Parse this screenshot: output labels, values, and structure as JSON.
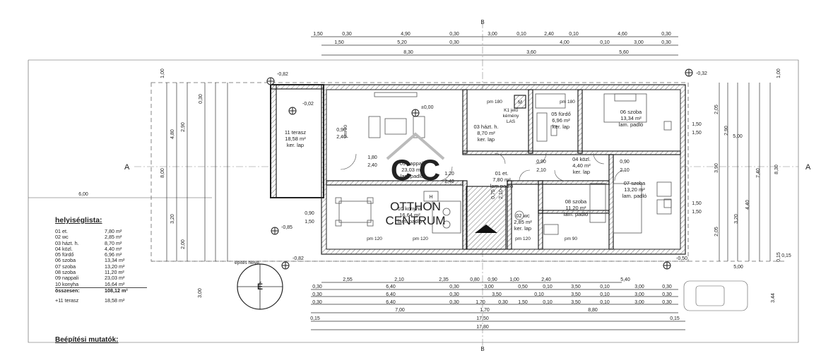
{
  "rooms": [
    {
      "id": "11",
      "name": "11 terasz",
      "area": "18,58 m²",
      "floor": "ker. lap"
    },
    {
      "id": "09",
      "name": "09 nappali",
      "area": "23,03 m²",
      "floor": "lam.padló"
    },
    {
      "id": "03",
      "name": "03 házt. h.",
      "area": "8,70 m²",
      "floor": "ker. lap"
    },
    {
      "id": "05",
      "name": "05 fürdő",
      "area": "6,96 m²",
      "floor": "ker. lap"
    },
    {
      "id": "06",
      "name": "06 szoba",
      "area": "13,34 m²",
      "floor": "lam. padló"
    },
    {
      "id": "04",
      "name": "04 közl.",
      "area": "4,40 m²",
      "floor": "ker. lap"
    },
    {
      "id": "07",
      "name": "07 szoba",
      "area": "13,20 m²",
      "floor": "lam. padló"
    },
    {
      "id": "01",
      "name": "01 et.",
      "area": "7,80 m²",
      "floor": "lam.padló"
    },
    {
      "id": "08",
      "name": "08 szoba",
      "area": "11,20 m²",
      "floor": "lam. padló"
    },
    {
      "id": "02",
      "name": "02 wc",
      "area": "2,85 m²",
      "floor": "ker. lap"
    },
    {
      "id": "10",
      "name": "10 konyha",
      "area": "16,64 m²",
      "floor": "lam. padló"
    }
  ],
  "legend": {
    "title": "helyiséglista:",
    "rows": [
      {
        "name": "01 et.",
        "area": "7,80 m²"
      },
      {
        "name": "02 wc",
        "area": "2,85 m²"
      },
      {
        "name": "03 házt. h.",
        "area": "8,70 m²"
      },
      {
        "name": "04 közl.",
        "area": "4,40 m²"
      },
      {
        "name": "05 fürdő",
        "area": "6,96 m²"
      },
      {
        "name": "06 szoba",
        "area": "13,34 m²"
      },
      {
        "name": "07 szoba",
        "area": "13,20 m²"
      },
      {
        "name": "08 szoba",
        "area": "11,20 m²"
      },
      {
        "name": "09 nappali",
        "area": "23,03 m²"
      },
      {
        "name": "10 konyha",
        "area": "16,64 m²"
      }
    ],
    "total_label": "összesen:",
    "total_value": "108,12 m²",
    "extra_label": "+11 terasz",
    "extra_value": "18,58 m²"
  },
  "indicators_title": "Beépítési mutatók:",
  "labels": {
    "section_a": "A",
    "section_b": "B",
    "north": "É",
    "building_line": "építés helye",
    "chimney_type": "K1 jelű",
    "chimney_word": "kémény",
    "chimney_code": "LAS",
    "meter": "M",
    "hood": "H",
    "level_zero": "±0,00",
    "level_terrace": "-0,02",
    "level_sw": "-0,85",
    "level_nw": "-0,82",
    "level_ne": "-0,32",
    "level_s": "-0,82",
    "level_se": "-0,50",
    "lot_width": "6,00",
    "pm_180a": "pm 180",
    "pm_180b": "pm 180",
    "pm_120a": "pm 120",
    "pm_120b": "pm 120",
    "pm_90a": "pm 90",
    "pm_90b": "pm 90",
    "pm_120c": "pm 120"
  },
  "dims": {
    "top1": [
      "1,50",
      "0,30",
      "4,90",
      "0,30",
      "3,00",
      "0,10",
      "2,40",
      "0,10",
      "4,60",
      "0,30"
    ],
    "top2": [
      "1,50",
      "5,20",
      "0,30",
      "4,00",
      "0,10",
      "3,00",
      "0,30"
    ],
    "top3": [
      "8,30",
      "3,60",
      "5,60"
    ],
    "bot1": [
      "2,55",
      "2,10",
      "2,35",
      "0,80",
      "0,90",
      "1,00",
      "2,40",
      "5,40"
    ],
    "bot2": [
      "0,30",
      "6,40",
      "0,30",
      "3,00",
      "0,50",
      "0,10",
      "3,50",
      "0,10",
      "3,00",
      "0,30"
    ],
    "bot3": [
      "0,30",
      "6,40",
      "0,30",
      "3,50",
      "0,10",
      "3,50",
      "0,10",
      "3,00",
      "0,30"
    ],
    "bot4": [
      "0,30",
      "6,40",
      "0,30",
      "1,70",
      "0,30",
      "1,50",
      "0,10",
      "3,50",
      "0,10",
      "3,00",
      "0,30"
    ],
    "bot5": [
      "7,00",
      "1,70",
      "8,80"
    ],
    "bot6": [
      "0,15",
      "17,50",
      "0,15"
    ],
    "bot7": [
      "17,80"
    ],
    "left": [
      "1,00",
      "4,80",
      "2,90",
      "8,00",
      "3,20",
      "2,00",
      "0,30"
    ],
    "right": [
      "1,00",
      "2,05",
      "2,90",
      "5,00",
      "3,90",
      "7,40",
      "8,30",
      "4,40",
      "3,20",
      "2,05",
      "0,15"
    ],
    "interior": [
      "0,90",
      "2,40",
      "1,80",
      "2,40",
      "1,20",
      "2,40",
      "0,90",
      "2,10",
      "0,90",
      "2,10",
      "0,75",
      "2,10",
      "1,50",
      "1,50",
      "1,50",
      "1,50",
      "0,90",
      "1,50"
    ],
    "side_extra": [
      "5,00",
      "0,15",
      "3,00",
      "3,44"
    ]
  },
  "watermark": {
    "line1": "OTTHON",
    "line2": "CENTRUM"
  }
}
